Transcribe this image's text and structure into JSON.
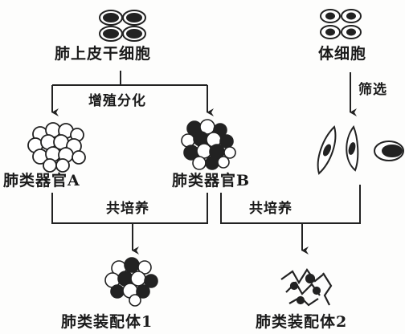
{
  "labels": {
    "lung_epithelial_stem_cell": "肺上皮干细胞",
    "somatic_cell": "体细胞",
    "proliferation_differentiation": "增殖分化",
    "screening": "筛选",
    "lung_organoid_a": "肺类器官A",
    "lung_organoid_b": "肺类器官B",
    "coculture_left": "共培养",
    "coculture_right": "共培养",
    "assembloid_1": "肺类装配体1",
    "assembloid_2": "肺类装配体2"
  }
}
